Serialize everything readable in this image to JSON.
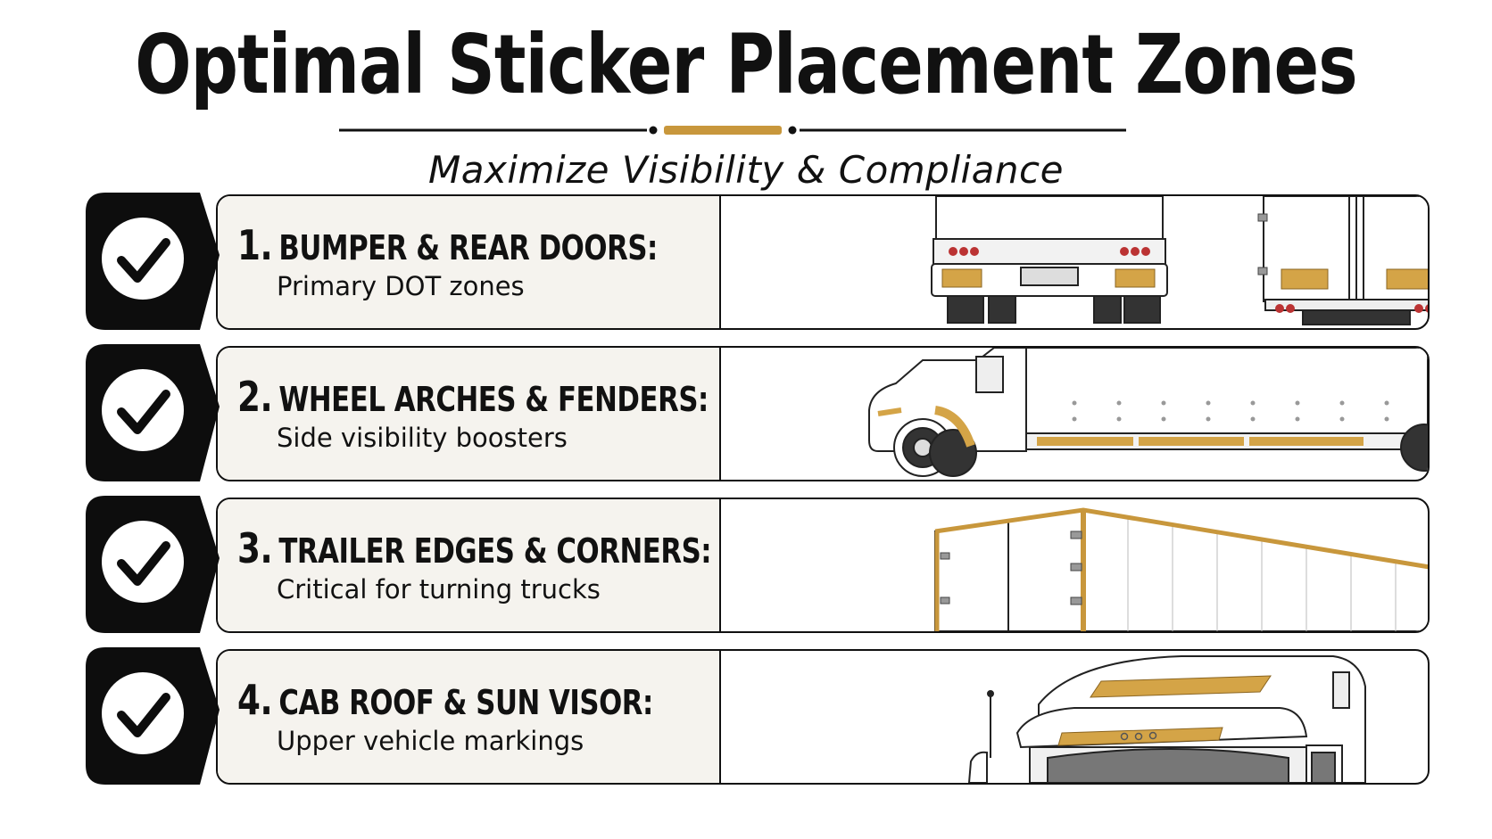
{
  "header": {
    "title": "Optimal Sticker Placement Zones",
    "subtitle": "Maximize Visibility & Compliance"
  },
  "colors": {
    "accent_gold": "#c8973c",
    "badge_black": "#0d0d0d",
    "panel_bg": "#f5f3ee",
    "reflective_tape": "#d4a447"
  },
  "zones": [
    {
      "number": "1.",
      "heading": "BUMPER & REAR DOORS:",
      "description": "Primary DOT zones",
      "icon": "checkmark-icon",
      "illustration": "truck-rear-bumper-and-trailer-doors"
    },
    {
      "number": "2.",
      "heading": "WHEEL ARCHES & FENDERS:",
      "description": "Side visibility boosters",
      "icon": "checkmark-icon",
      "illustration": "truck-side-wheel-arches"
    },
    {
      "number": "3.",
      "heading": "TRAILER EDGES & CORNERS:",
      "description": "Critical for turning trucks",
      "icon": "checkmark-icon",
      "illustration": "trailer-edges-corners"
    },
    {
      "number": "4.",
      "heading": "CAB ROOF & SUN VISOR:",
      "description": "Upper vehicle markings",
      "icon": "checkmark-icon",
      "illustration": "cab-roof-sun-visor"
    }
  ]
}
